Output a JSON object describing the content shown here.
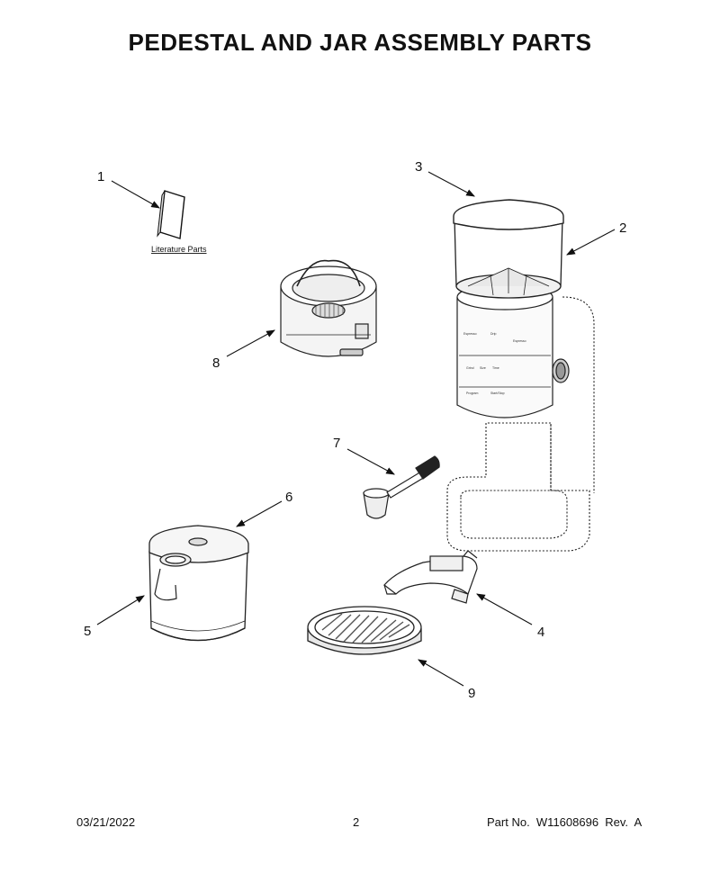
{
  "title": "PEDESTAL AND JAR ASSEMBLY PARTS",
  "callouts": {
    "c1": "1",
    "c2": "2",
    "c3": "3",
    "c4": "4",
    "c5": "5",
    "c6": "6",
    "c7": "7",
    "c8": "8",
    "c9": "9"
  },
  "literature_label": "Literature Parts",
  "footer": {
    "date": "03/21/2022",
    "page": "2",
    "part": "Part No.  W11608696  Rev.  A"
  }
}
